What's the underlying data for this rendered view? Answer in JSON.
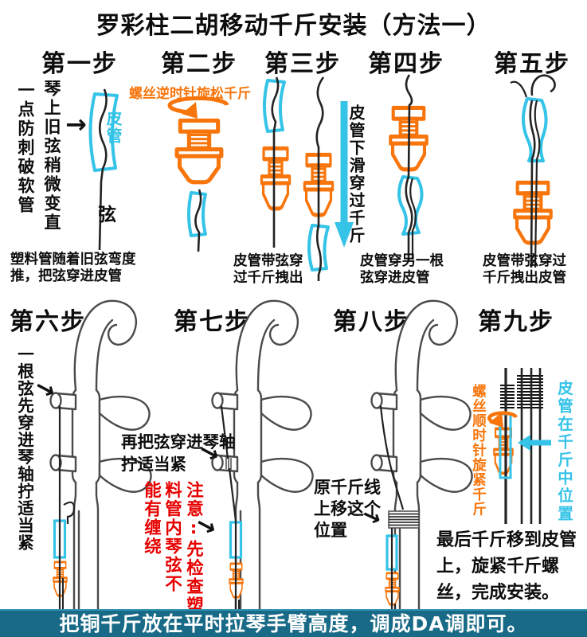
{
  "title": "罗彩柱二胡移动千斤安装（方法一）",
  "icons": {
    "arrow_right": "→"
  },
  "colors": {
    "orange": "#F7750B",
    "cyan": "#35C3E8",
    "red": "#E60000",
    "banner_bg": "#196A87",
    "ink": "#0d0d0d"
  },
  "steps": {
    "s1": {
      "header": "第一步",
      "note_right_col": "琴上旧弦稍微变直",
      "note_left_col": "一点防刺破软管",
      "tube_label": "皮管",
      "string_label": "弦",
      "caption_line1": "塑料管随着旧弦弯度",
      "caption_line2": "推，把弦穿进皮管"
    },
    "s2": {
      "header": "第二步",
      "note": "螺丝逆时针旋松千斤"
    },
    "s3": {
      "header": "第三步",
      "side_note": "皮管下滑穿过千斤",
      "caption_line1": "皮管带弦穿",
      "caption_line2": "过千斤拽出"
    },
    "s4": {
      "header": "第四步",
      "caption_line1": "皮管穿另一根",
      "caption_line2": "弦穿进皮管"
    },
    "s5": {
      "header": "第五步",
      "caption_line1": "皮管带弦穿过",
      "caption_line2": "千斤拽出皮管"
    },
    "s6": {
      "header": "第六步",
      "note": "一根弦先穿进琴轴拧适当紧"
    },
    "s7": {
      "header": "第七步",
      "note_line1": "再把弦穿进琴轴",
      "note_line2": "拧适当紧",
      "warning_col_right": "注意:先检查塑",
      "warning_col_mid": "料管内琴弦不",
      "warning_col_left": "能有缠绕"
    },
    "s8": {
      "header": "第八步",
      "note_line1": "原千斤线",
      "note_line2": "上移这个",
      "note_line3": "位置"
    },
    "s9": {
      "header": "第九步",
      "screw_note": "螺丝顺时针旋紧千斤",
      "tube_note": "皮管在千斤中位置",
      "caption_line1": "最后千斤移到皮管",
      "caption_line2": "上，旋紧千斤螺",
      "caption_line3": "丝，完成安装。"
    }
  },
  "banner": {
    "text": "把铜千斤放在平时拉琴手臂高度，调成DA调即可。"
  }
}
